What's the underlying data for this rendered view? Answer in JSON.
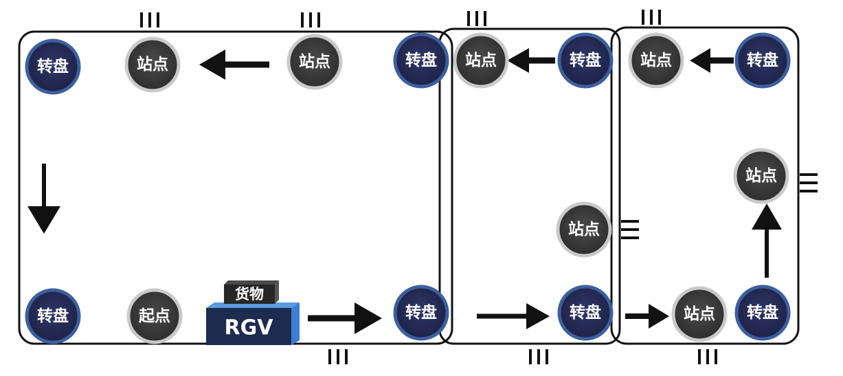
{
  "labels": {
    "turntable": "转盘",
    "station": "站点",
    "start": "起点",
    "rgv": "RGV",
    "cargo": "货物"
  },
  "colors": {
    "turntable_fill": "#262c57",
    "turntable_ring": "#3d5f9e",
    "station_fill": "#3a3a3a",
    "station_ring": "#c9c9c9",
    "rgv_front": "#1c2b4f",
    "rgv_side": "#3a7fd3",
    "track": "#111111"
  }
}
